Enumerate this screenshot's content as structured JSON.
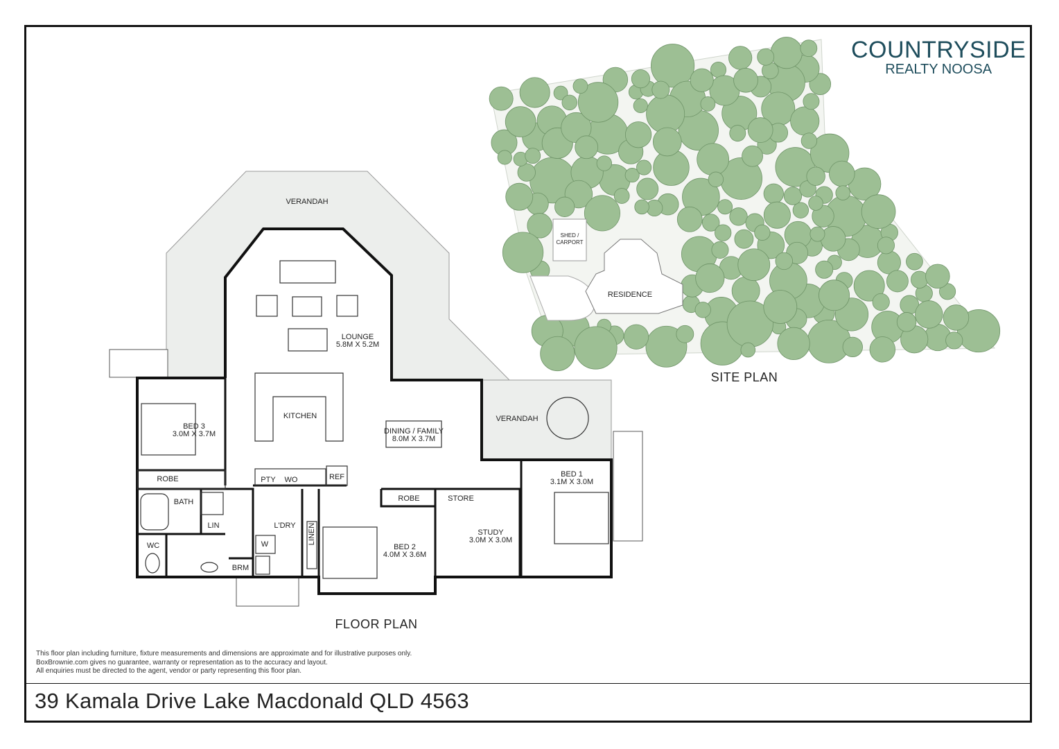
{
  "logo": {
    "line1": "COUNTRYSIDE",
    "line2": "REALTY NOOSA"
  },
  "address": "39 Kamala Drive Lake Macdonald QLD 4563",
  "disclaimer": [
    "This floor plan including furniture, fixture measurements and dimensions are approximate and for illustrative purposes only.",
    "BoxBrownie.com gives no guarantee, warranty or representation as to the accuracy and layout.",
    "All enquiries must be directed to the agent, vendor or party representing this floor plan."
  ],
  "floor_plan": {
    "title": "FLOOR PLAN",
    "rooms": {
      "verandah_top": "VERANDAH",
      "lounge": {
        "name": "LOUNGE",
        "size": "5.8M X 5.2M"
      },
      "kitchen": "KITCHEN",
      "dining": {
        "name": "DINING / FAMILY",
        "size": "8.0M X 3.7M"
      },
      "verandah_right": "VERANDAH",
      "bed3": {
        "name": "BED 3",
        "size": "3.0M X 3.7M"
      },
      "robe3": "ROBE",
      "bath": "BATH",
      "lin": "LIN",
      "wc": "WC",
      "brm": "BRM",
      "pty": "PTY",
      "wo": "WO",
      "ref": "REF",
      "ldry": "L'DRY",
      "w": "W",
      "linen": "LINEN",
      "bed2": {
        "name": "BED 2",
        "size": "4.0M X 3.6M"
      },
      "robe2": "ROBE",
      "store": "STORE",
      "study": {
        "name": "STUDY",
        "size": "3.0M X 3.0M"
      },
      "bed1": {
        "name": "BED 1",
        "size": "3.1M X 3.0M"
      }
    }
  },
  "site_plan": {
    "title": "SITE PLAN",
    "shed": [
      "SHED /",
      "CARPORT"
    ],
    "residence": "RESIDENCE"
  },
  "colors": {
    "logo": "#1e4d5c",
    "tree": "#9dbf94",
    "verandah": "#eceeec"
  }
}
